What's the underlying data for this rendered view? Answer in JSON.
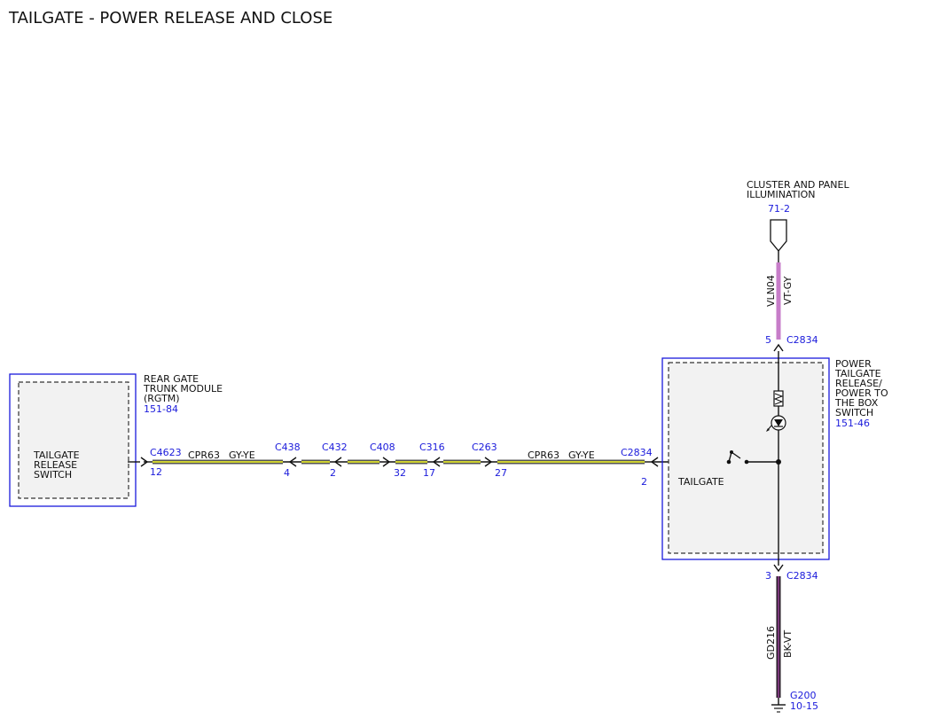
{
  "title": "TAILGATE - POWER RELEASE AND CLOSE",
  "colors": {
    "wire_gy_ye_outer": "#8a8a72",
    "wire_gy_ye_inner": "#cfd233",
    "wire_vt_gy": "#c77dc9",
    "wire_bk_vt": "#2a1c2a",
    "wire_bk_vt_stripe": "#b04bb0",
    "ref_blue": "#1a1adb",
    "box_border": "#1a1adb",
    "box_fill": "#f2f2f2"
  },
  "rgtm": {
    "name_lines": [
      "REAR GATE",
      "TRUNK MODULE",
      "(RGTM)"
    ],
    "ref": "151-84",
    "inner_label_lines": [
      "TAILGATE",
      "RELEASE",
      "SWITCH"
    ]
  },
  "switch": {
    "name_lines": [
      "POWER",
      "TAILGATE",
      "RELEASE/",
      "POWER TO",
      "THE BOX",
      "SWITCH"
    ],
    "ref": "151-46",
    "inner_label": "TAILGATE"
  },
  "illumination": {
    "name_lines": [
      "CLUSTER AND PANEL",
      "ILLUMINATION"
    ],
    "ref": "71-2"
  },
  "connectors": [
    {
      "name": "C4623",
      "pin": "12"
    },
    {
      "name": "C438",
      "pin": "4"
    },
    {
      "name": "C432",
      "pin": "2"
    },
    {
      "name": "C408",
      "pin": "32"
    },
    {
      "name": "C316",
      "pin": "17"
    },
    {
      "name": "C263",
      "pin": "27"
    },
    {
      "name": "C2834",
      "pin": "2"
    }
  ],
  "wire_labels": {
    "circuit_left": "CPR63",
    "color_left": "GY-YE",
    "circuit_right": "CPR63",
    "color_right": "GY-YE",
    "vertical_top_circuit": "VLN04",
    "vertical_top_color": "VT-GY",
    "vertical_bottom_circuit": "GD216",
    "vertical_bottom_color": "BK-VT"
  },
  "top_connector": {
    "name": "C2834",
    "pin": "5"
  },
  "bottom_connector": {
    "name": "C2834",
    "pin": "3"
  },
  "ground": {
    "name": "G200",
    "ref": "10-15"
  }
}
